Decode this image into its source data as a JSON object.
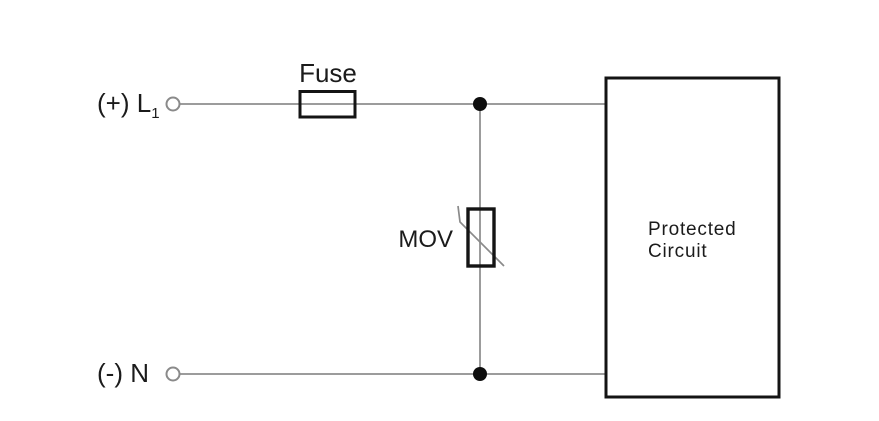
{
  "colors": {
    "background": "#ffffff",
    "wire": "#9c9c9c",
    "outline": "#141414",
    "text": "#1b1b1b",
    "terminal": "#8a8a8a",
    "junction": "#0d0d0d",
    "varistor_stroke": "#8a8a8a"
  },
  "labels": {
    "line_positive": {
      "main": "(+) L",
      "subscript": "1"
    },
    "line_negative": "(-) N",
    "fuse": "Fuse",
    "mov": "MOV",
    "protected_circuit": {
      "line1": "Protected",
      "line2": "Circuit"
    }
  }
}
